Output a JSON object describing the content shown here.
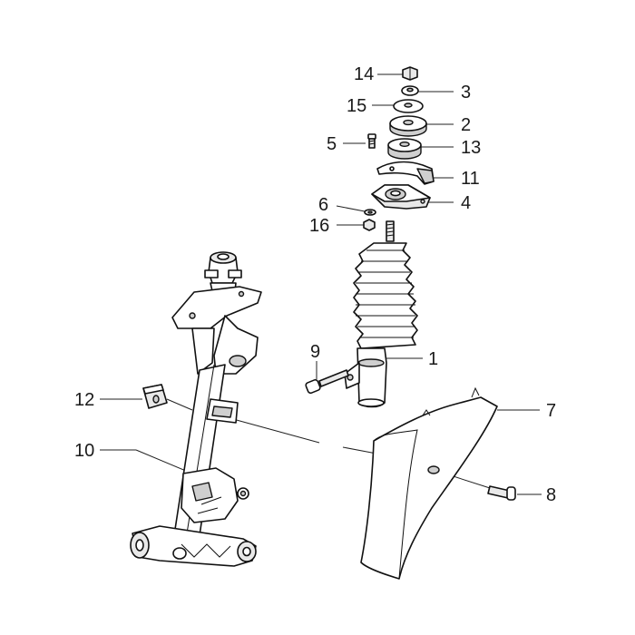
{
  "diagram": {
    "callouts": [
      {
        "id": "14",
        "label": "14"
      },
      {
        "id": "3",
        "label": "3"
      },
      {
        "id": "15",
        "label": "15"
      },
      {
        "id": "2",
        "label": "2"
      },
      {
        "id": "5",
        "label": "5"
      },
      {
        "id": "13",
        "label": "13"
      },
      {
        "id": "11",
        "label": "11"
      },
      {
        "id": "6",
        "label": "6"
      },
      {
        "id": "4",
        "label": "4"
      },
      {
        "id": "16",
        "label": "16"
      },
      {
        "id": "9",
        "label": "9"
      },
      {
        "id": "1",
        "label": "1"
      },
      {
        "id": "12",
        "label": "12"
      },
      {
        "id": "7",
        "label": "7"
      },
      {
        "id": "10",
        "label": "10"
      },
      {
        "id": "8",
        "label": "8"
      }
    ]
  }
}
